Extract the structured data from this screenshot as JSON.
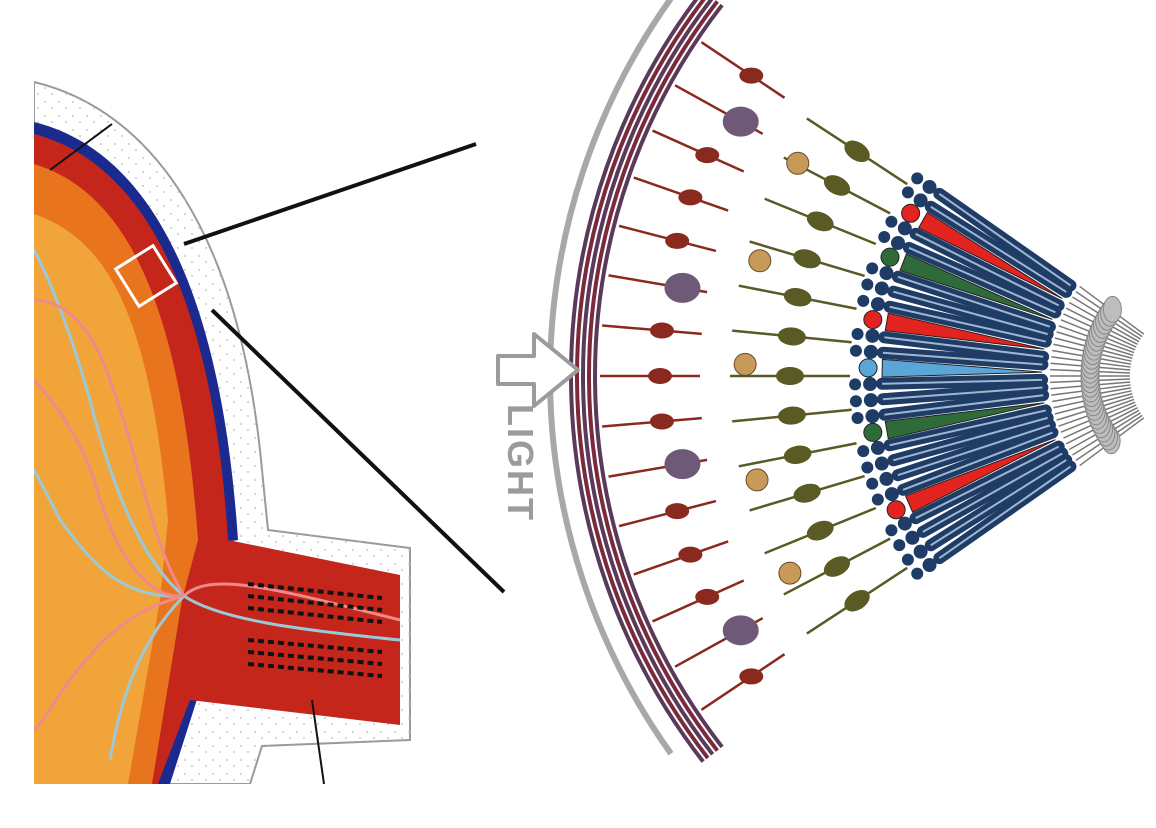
{
  "diagram": {
    "light_label": "LIGHT",
    "colors": {
      "sclera": "#ffffff",
      "sclera_dots": "#c9c9c9",
      "choroid_blue": "#1b2a8f",
      "retina_red": "#c4261b",
      "vitreous_orange": "#f0a43a",
      "vitreous_deep": "#e8751e",
      "vessel_blue": "#9cc8d8",
      "vessel_pink": "#f08a8a",
      "ganglion_purple": "#6e5a78",
      "bipolar_red": "#8a2a1e",
      "amacrine_tan": "#c79a5a",
      "horizontal_olive": "#5a5a24",
      "rod_navy": "#1f3c66",
      "cone_red": "#e2231f",
      "cone_green": "#2f6a3a",
      "cone_blue": "#5aa6d8",
      "epithelium_gray": "#bdbdbd",
      "arrow_gray": "#9b9b9b"
    },
    "cone_colors_order": [
      "red",
      "green",
      "blue",
      "red",
      "green",
      "red"
    ]
  }
}
